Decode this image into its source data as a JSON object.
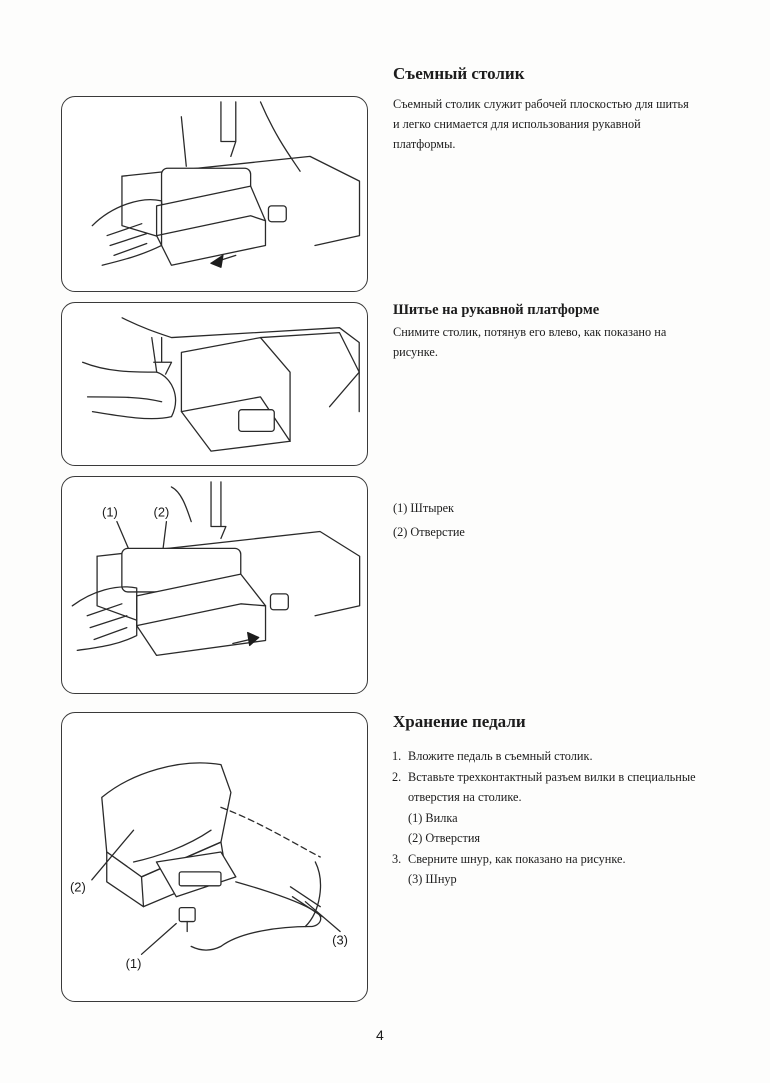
{
  "section_table": {
    "heading": "Съемный столик",
    "text": "Съемный столик служит рабочей плоскостью для шитья и легко снимается для использования рукавной платформы."
  },
  "section_arm": {
    "heading": "Шитье на рукавной платформе",
    "text": "Снимите столик, потянув его влево, как показано на рисунке."
  },
  "section_parts": {
    "items": [
      "(1) Штырек",
      "(2) Отверстие"
    ],
    "callouts": [
      "(1)",
      "(2)"
    ]
  },
  "section_pedal": {
    "heading": "Хранение педали",
    "steps": [
      {
        "num": "1.",
        "text": "Вложите педаль в съемный столик."
      },
      {
        "num": "2.",
        "text": "Вставьте трехконтактный разъем вилки в специальные отверстия на столике."
      },
      {
        "num": "",
        "text": "(1)  Вилка"
      },
      {
        "num": "",
        "text": "(2)  Отверстия"
      },
      {
        "num": "3.",
        "text": "Сверните шнур, как показано на рисунке."
      },
      {
        "num": "",
        "text": "(3)  Шнур"
      }
    ],
    "callouts": [
      "(2)",
      "(1)",
      "(3)"
    ]
  },
  "page_number": "4"
}
